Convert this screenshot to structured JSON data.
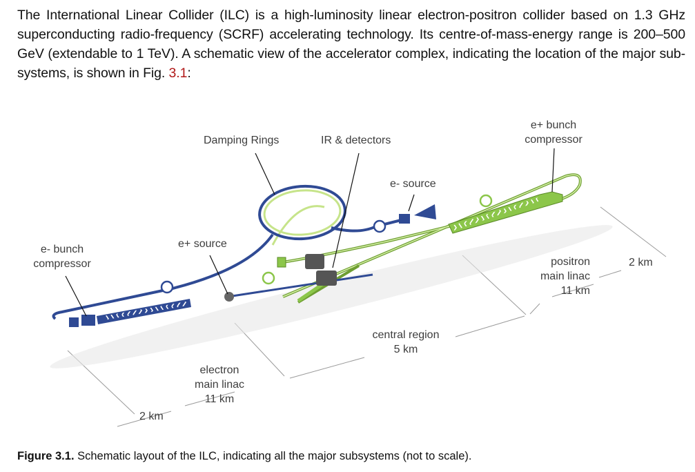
{
  "paragraph": {
    "text_before_ref": "The International Linear Collider (ILC) is a high-luminosity linear electron-positron collider based on 1.3 GHz superconducting radio-frequency (SCRF) accelerating technology. Its centre-of-mass-energy range is 200–500 GeV (extendable to 1 TeV). A schematic view of the accelerator complex, indicating the location of the major sub-systems, is shown in Fig. ",
    "ref": "3.1",
    "text_after_ref": ":"
  },
  "figure": {
    "labels": {
      "damping_rings": "Damping Rings",
      "ir_detectors": "IR & detectors",
      "e_plus_bunch_compressor_1": "e+ bunch",
      "e_plus_bunch_compressor_2": "compressor",
      "e_minus_source": "e- source",
      "e_plus_source": "e+ source",
      "e_minus_bunch_compressor_1": "e- bunch",
      "e_minus_bunch_compressor_2": "compressor",
      "positron_linac_1": "positron",
      "positron_linac_2": "main linac",
      "positron_linac_3": "11 km",
      "right_2km": "2 km",
      "central_region_1": "central region",
      "central_region_2": "5 km",
      "electron_linac_1": "electron",
      "electron_linac_2": "main linac",
      "electron_linac_3": "11 km",
      "left_2km": "2 km"
    },
    "colors": {
      "electron": "#2f4a94",
      "positron": "#8cc64a"
    }
  },
  "caption": {
    "label": "Figure 3.1.",
    "text": "Schematic layout of the ILC, indicating all the major subsystems (not to scale)."
  }
}
